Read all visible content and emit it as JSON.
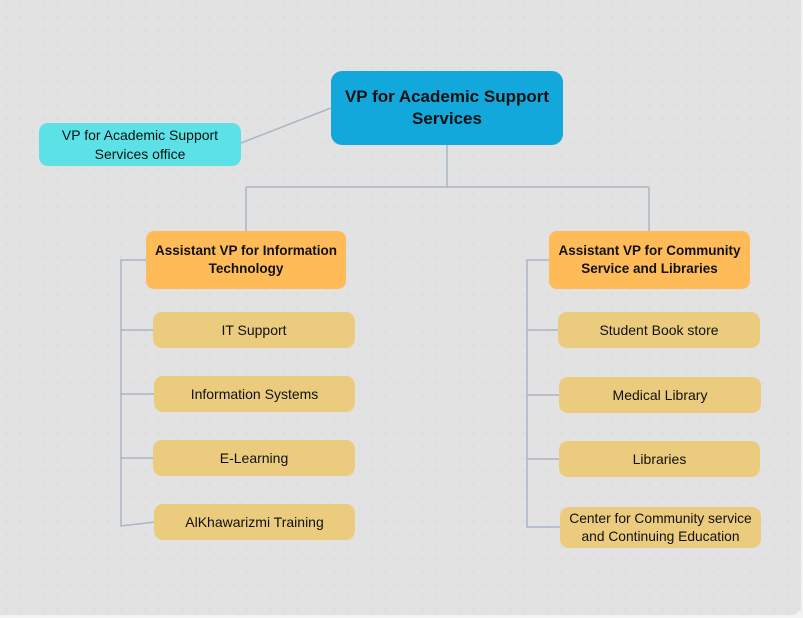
{
  "colors": {
    "root": "#13a8dc",
    "office": "#5ce1e6",
    "assistant": "#ffbb57",
    "unit": "#ebcb7e",
    "connector": "#a9b6c3"
  },
  "diagram": {
    "root": {
      "label": "VP for Academic Support Services"
    },
    "office": {
      "label": "VP for Academic Support Services office"
    },
    "branches": [
      {
        "label": "Assistant VP for Information Technology",
        "children": [
          {
            "label": "IT Support"
          },
          {
            "label": "Information Systems"
          },
          {
            "label": "E-Learning"
          },
          {
            "label": "AlKhawarizmi Training"
          }
        ]
      },
      {
        "label": "Assistant VP for Community Service and Libraries",
        "children": [
          {
            "label": "Student Book store"
          },
          {
            "label": "Medical Library"
          },
          {
            "label": "Libraries"
          },
          {
            "label": "Center for Community service and Continuing Education"
          }
        ]
      }
    ]
  }
}
